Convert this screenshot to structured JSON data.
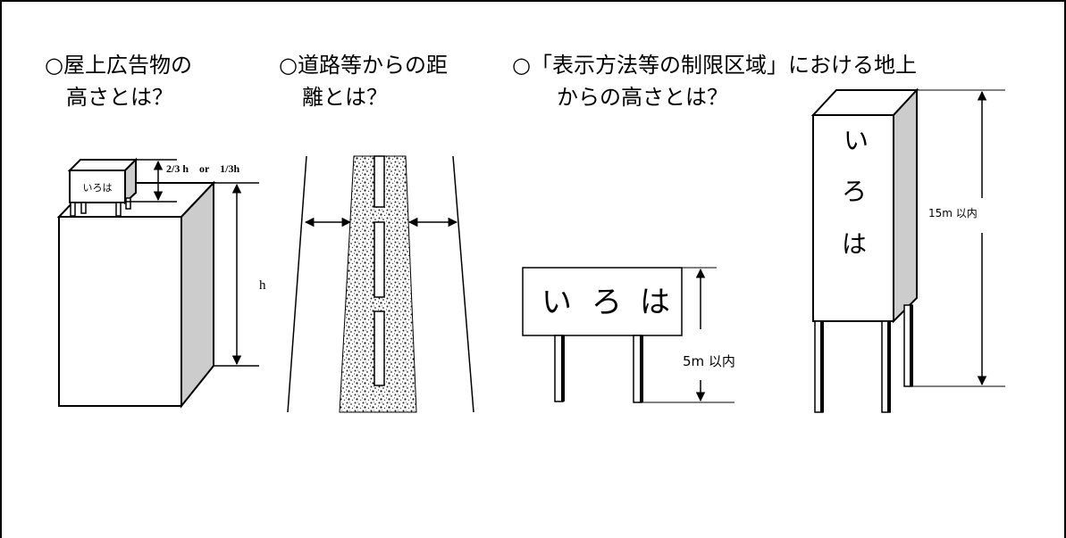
{
  "headings": {
    "rooftop": {
      "line1": "○屋上広告物の",
      "line2": "高さとは？"
    },
    "road": {
      "line1": "○道路等からの距",
      "line2": "離とは？"
    },
    "restricted": {
      "line1": "○「表示方法等の制限区域」における地上",
      "line2": "からの高さとは？"
    }
  },
  "diagram1": {
    "sign_text": "いろは",
    "sign_height_label": "2/3 h　or　1/3h",
    "building_height_label": "h"
  },
  "diagram3": {
    "sign_chars": [
      "い",
      "ろ",
      "は"
    ],
    "height_label": "5m 以内"
  },
  "diagram4": {
    "sign_chars": [
      "い",
      "ろ",
      "は"
    ],
    "height_label": "15m 以内"
  }
}
